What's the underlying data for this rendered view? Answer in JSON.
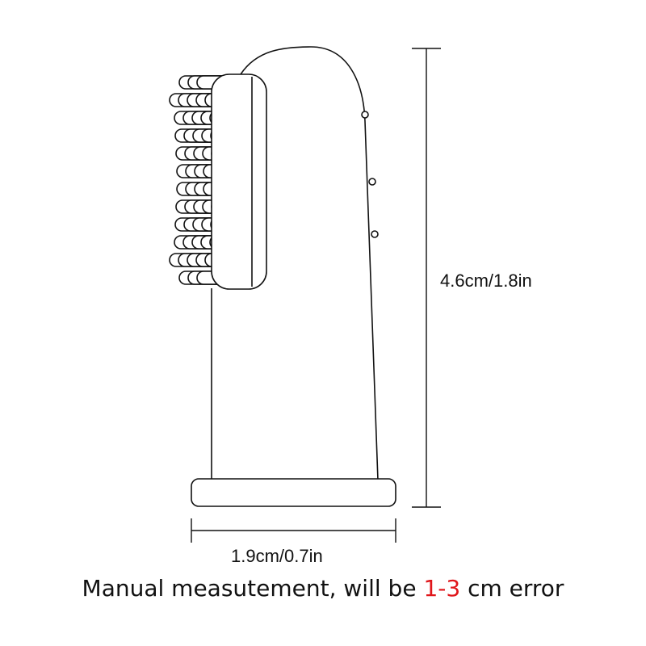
{
  "dimensions": {
    "height": "4.6cm/1.8in",
    "width": "1.9cm/0.7in"
  },
  "note": {
    "prefix": "Manual measutement, will be ",
    "highlight": "1-3",
    "suffix": " cm error"
  },
  "colors": {
    "line": "#111111",
    "highlight": "#e0161b"
  }
}
